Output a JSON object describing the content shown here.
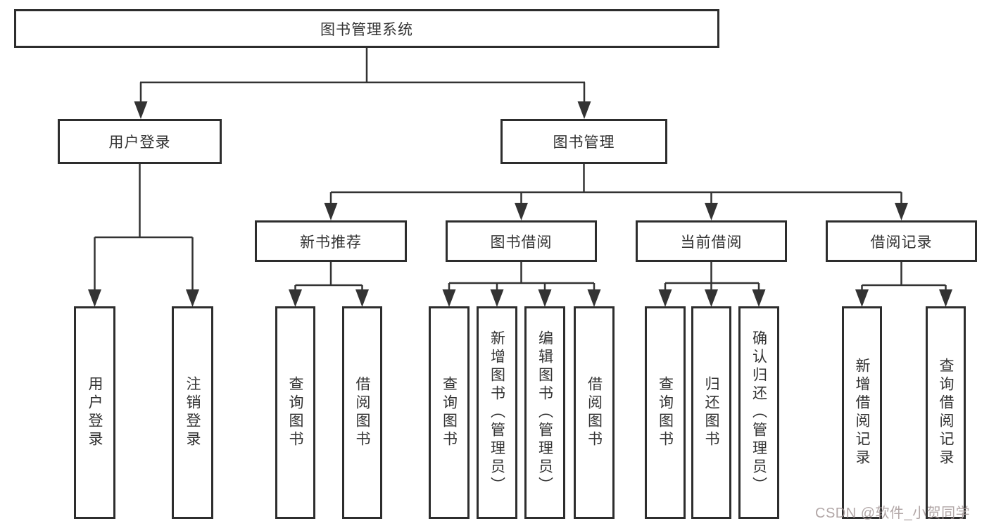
{
  "tree": {
    "root": {
      "label": "图书管理系统"
    },
    "children": [
      {
        "label": "用户登录",
        "children": [
          {
            "label": "用户登录"
          },
          {
            "label": "注销登录"
          }
        ]
      },
      {
        "label": "图书管理",
        "children": [
          {
            "label": "新书推荐",
            "children": [
              {
                "label": "查询图书"
              },
              {
                "label": "借阅图书"
              }
            ]
          },
          {
            "label": "图书借阅",
            "children": [
              {
                "label": "查询图书"
              },
              {
                "label": "新增图书（管理员）"
              },
              {
                "label": "编辑图书（管理员）"
              },
              {
                "label": "借阅图书"
              }
            ]
          },
          {
            "label": "当前借阅",
            "children": [
              {
                "label": "查询图书"
              },
              {
                "label": "归还图书"
              },
              {
                "label": "确认归还（管理员）"
              }
            ]
          },
          {
            "label": "借阅记录",
            "children": [
              {
                "label": "新增借阅记录"
              },
              {
                "label": "查询借阅记录"
              }
            ]
          }
        ]
      }
    ]
  },
  "watermark": {
    "text": "CSDN @软件_小贺同学"
  },
  "colors": {
    "line": "#333333",
    "box_border": "#2d2d2d",
    "text": "#333333",
    "watermark": "#a59898",
    "background": "#ffffff"
  }
}
